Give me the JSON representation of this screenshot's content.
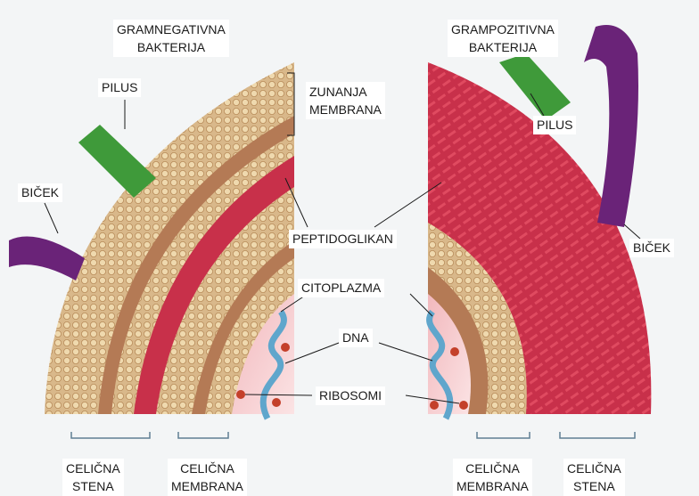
{
  "labels": {
    "gram_negative_line1": "GRAMNEGATIVNA",
    "gram_negative_line2": "BAKTERIJA",
    "gram_positive_line1": "GRAMPOZITIVNA",
    "gram_positive_line2": "BAKTERIJA",
    "pilus_left": "PILUS",
    "pilus_right": "PILUS",
    "outer_membrane_line1": "ZUNANJA",
    "outer_membrane_line2": "MEMBRANA",
    "flagellum_left": "BIČEK",
    "flagellum_right": "BIČEK",
    "peptidoglycan": "PEPTIDOGLIKAN",
    "cytoplasm": "CITOPLAZMA",
    "dna": "DNA",
    "ribosomes": "RIBOSOMI",
    "cell_wall_left_line1": "CELIČNA",
    "cell_wall_left_line2": "STENA",
    "cell_membrane_left_line1": "CELIČNA",
    "cell_membrane_left_line2": "MEMBRANA",
    "cell_membrane_right_line1": "CELIČNA",
    "cell_membrane_right_line2": "MEMBRANA",
    "cell_wall_right_line1": "CELIČNA",
    "cell_wall_right_line2": "STENA"
  },
  "colors": {
    "background": "#f3f5f6",
    "lipid_head": "#e2c79a",
    "lipid_tail": "#b98a5c",
    "peptidoglycan": "#c8304a",
    "peptidoglycan_dark": "#a71f35",
    "cytoplasm": "#f2b8bd",
    "pilus": "#3f9a3a",
    "flagellum": "#6a2378",
    "dna": "#5fa6cc",
    "ribosome": "#c4402a",
    "bracket": "#5f7f94"
  }
}
